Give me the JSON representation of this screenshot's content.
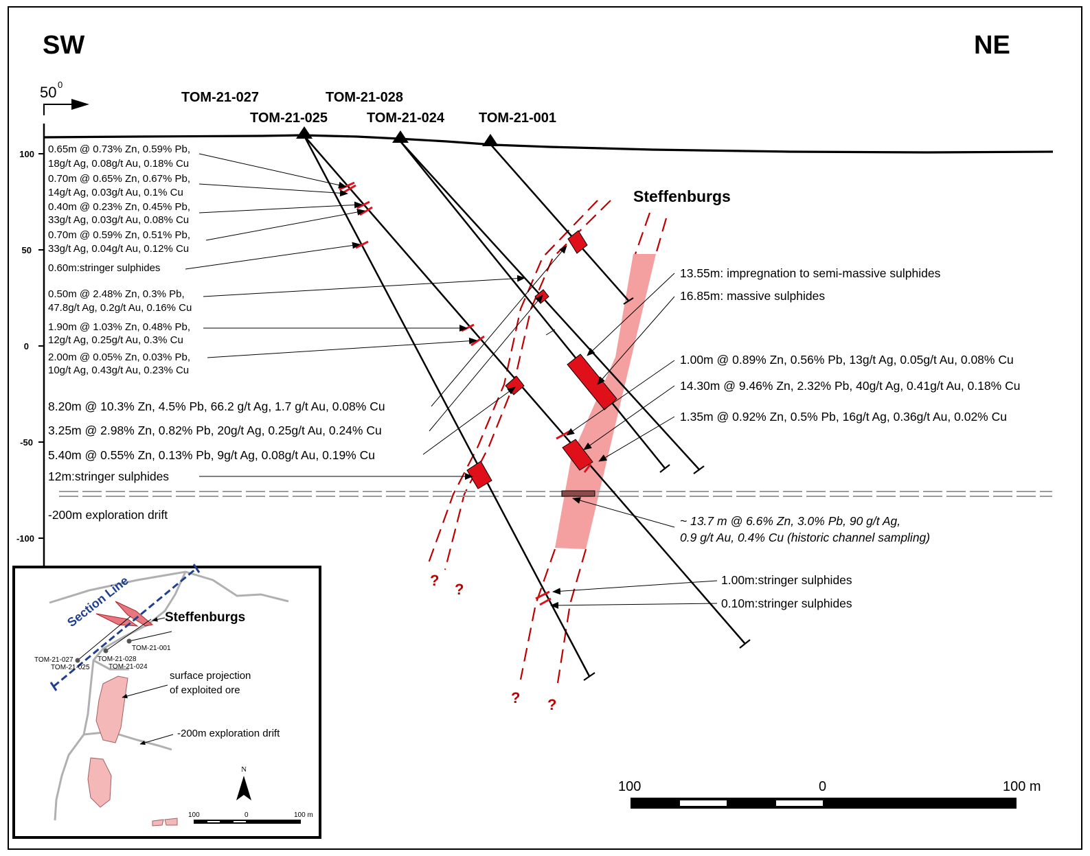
{
  "header": {
    "left_direction": "SW",
    "right_direction": "NE",
    "azimuth": "50",
    "azimuth_sup": "0"
  },
  "holes": {
    "h027": "TOM-21-027",
    "h028": "TOM-21-028",
    "h025": "TOM-21-025",
    "h024": "TOM-21-024",
    "h001": "TOM-21-001"
  },
  "elevation_ticks": [
    "100",
    "50",
    "0",
    "-50",
    "-100"
  ],
  "zone_label": "Steffenburgs",
  "left_intercepts": [
    [
      "0.65m @ 0.73% Zn, 0.59% Pb,",
      "18g/t Ag, 0.08g/t Au, 0.18% Cu"
    ],
    [
      "0.70m @ 0.65% Zn, 0.67% Pb,",
      "14g/t Ag, 0.03g/t Au, 0.1% Cu"
    ],
    [
      "0.40m @ 0.23% Zn, 0.45% Pb,",
      "33g/t Ag, 0.03g/t Au, 0.08% Cu"
    ],
    [
      "0.70m @ 0.59% Zn, 0.51% Pb,",
      "33g/t Ag, 0.04g/t Au, 0.12% Cu"
    ],
    [
      "0.60m:stringer sulphides"
    ],
    [
      "0.50m @ 2.48% Zn, 0.3% Pb,",
      "47.8g/t Ag, 0.2g/t Au, 0.16% Cu"
    ],
    [
      "1.90m @ 1.03% Zn, 0.48% Pb,",
      "12g/t Ag, 0.25g/t Au, 0.3% Cu"
    ],
    [
      "2.00m @ 0.05% Zn, 0.03% Pb,",
      "10g/t Ag, 0.43g/t Au, 0.23% Cu"
    ]
  ],
  "left_major": [
    "8.20m @ 10.3% Zn, 4.5% Pb, 66.2 g/t Ag, 1.7 g/t Au, 0.08% Cu",
    "3.25m @ 2.98% Zn, 0.82% Pb, 20g/t Ag, 0.25g/t Au, 0.24% Cu",
    "5.40m @ 0.55% Zn, 0.13% Pb, 9g/t Ag, 0.08g/t Au, 0.19% Cu",
    "12m:stringer sulphides"
  ],
  "drift_label": "-200m exploration drift",
  "right_intercepts": [
    "13.55m: impregnation to semi-massive sulphides",
    "16.85m: massive sulphides",
    "1.00m @ 0.89% Zn, 0.56% Pb, 13g/t Ag, 0.05g/t Au, 0.08% Cu",
    "14.30m @ 9.46% Zn, 2.32% Pb, 40g/t Ag, 0.41g/t Au, 0.18% Cu",
    "1.35m @ 0.92% Zn, 0.5% Pb, 16g/t Ag, 0.36g/t Au, 0.02% Cu"
  ],
  "historic": [
    "~ 13.7 m @ 6.6% Zn, 3.0% Pb, 90 g/t Ag,",
    "0.9 g/t Au, 0.4% Cu (historic channel sampling)"
  ],
  "lower_intercepts": [
    "1.00m:stringer sulphides",
    "0.10m:stringer sulphides"
  ],
  "question_mark": "?",
  "scale": {
    "left": "100",
    "mid": "0",
    "right": "100 m"
  },
  "inset": {
    "section_line": "Section Line",
    "zone": "Steffenburgs",
    "h027": "TOM-21-027",
    "h025": "TOM-21-025",
    "h028": "TOM-21-028",
    "h024": "TOM-21-024",
    "h001": "TOM-21-001",
    "ore_label": [
      "surface projection",
      "of exploited ore"
    ],
    "drift_label": "-200m exploration drift",
    "north": "N",
    "scale": {
      "left": "100",
      "mid": "0",
      "right": "100 m"
    }
  },
  "colors": {
    "ore": "#f4a0a0",
    "intercept": "#e0101a",
    "red_dash": "#c00000",
    "drift": "#9a9a9a",
    "section_line": "#1f3f8f"
  }
}
